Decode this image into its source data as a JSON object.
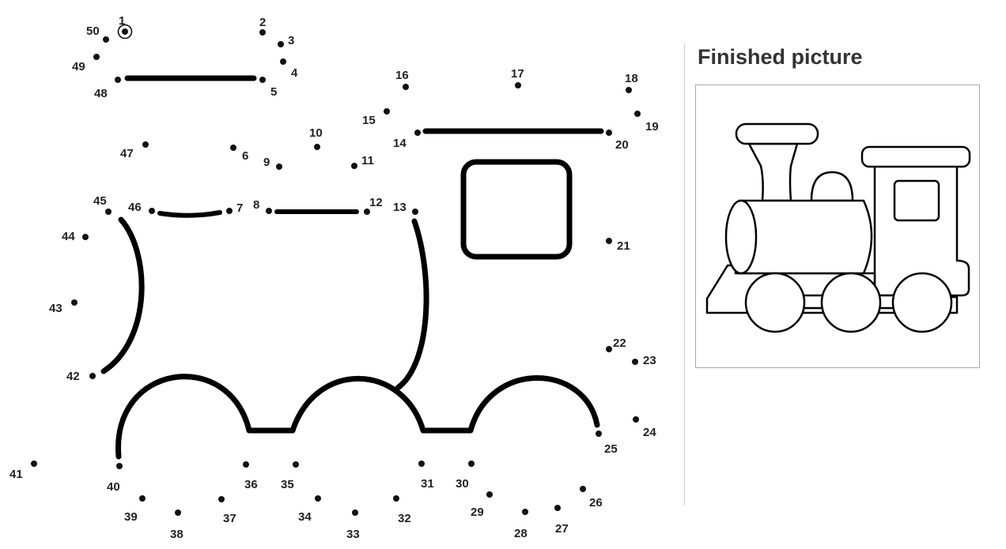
{
  "preview": {
    "title": "Finished picture",
    "image": "steam-locomotive-outline"
  },
  "puzzle": {
    "start_marker": "circle-start-icon",
    "dot_color": "#111111",
    "line_color": "#000000",
    "dots": [
      "1",
      "2",
      "3",
      "4",
      "5",
      "6",
      "7",
      "8",
      "9",
      "10",
      "11",
      "12",
      "13",
      "14",
      "15",
      "16",
      "17",
      "18",
      "19",
      "20",
      "21",
      "22",
      "23",
      "24",
      "25",
      "26",
      "27",
      "28",
      "29",
      "30",
      "31",
      "32",
      "33",
      "34",
      "35",
      "36",
      "37",
      "38",
      "39",
      "40",
      "41",
      "42",
      "43",
      "44",
      "45",
      "46",
      "47",
      "48",
      "49",
      "50"
    ]
  }
}
